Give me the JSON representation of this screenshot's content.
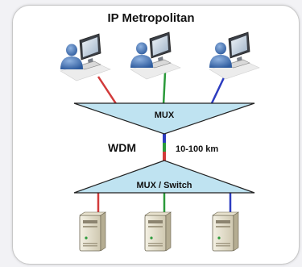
{
  "title": "IP Metropolitan",
  "top_mux_label": "MUX",
  "bottom_mux_label": "MUX / Switch",
  "link_label": "WDM",
  "distance_label": "10-100 km",
  "colors": {
    "red": "#d23a3a",
    "green": "#2a9a3a",
    "blue": "#2c3cc0",
    "mux_fill": "#bfe3f1",
    "mux_stroke": "#222222",
    "person": "#3f6fb0"
  },
  "icons": {
    "clients": [
      "user-workstation-icon",
      "user-workstation-icon",
      "user-workstation-icon"
    ],
    "servers": [
      "server-icon",
      "server-icon",
      "server-icon"
    ]
  }
}
